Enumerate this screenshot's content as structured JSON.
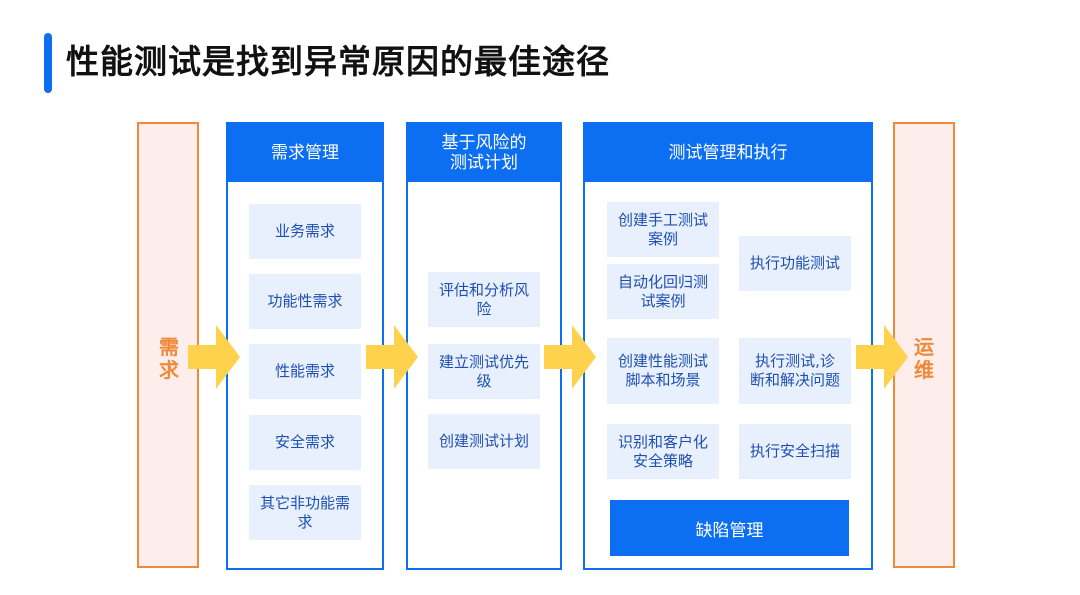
{
  "title": "性能测试是找到异常原因的最佳途径",
  "left_label": "需求",
  "right_label": "运维",
  "columns": [
    {
      "header": "需求管理",
      "items": [
        "业务需求",
        "功能性需求",
        "性能需求",
        "安全需求",
        "其它非功能需求"
      ]
    },
    {
      "header": "基于风险的测试计划",
      "items": [
        "评估和分析风险",
        "建立测试优先级",
        "创建测试计划"
      ]
    },
    {
      "header": "测试管理和执行",
      "left_items": [
        "创建手工测试案例",
        "自动化回归测试案例",
        "创建性能测试脚本和场景",
        "识别和客户化安全策略"
      ],
      "right_items": [
        "执行功能测试",
        "执行测试,诊断和解决问题",
        "执行安全扫描"
      ],
      "footer": "缺陷管理"
    }
  ],
  "colors": {
    "primary": "#0c6ff2",
    "item_bg": "#e8f0fd",
    "item_text": "#1f4fb0",
    "orange": "#f08a3a",
    "side_bg": "#fdeeeb",
    "arrow": "#ffd24d"
  }
}
